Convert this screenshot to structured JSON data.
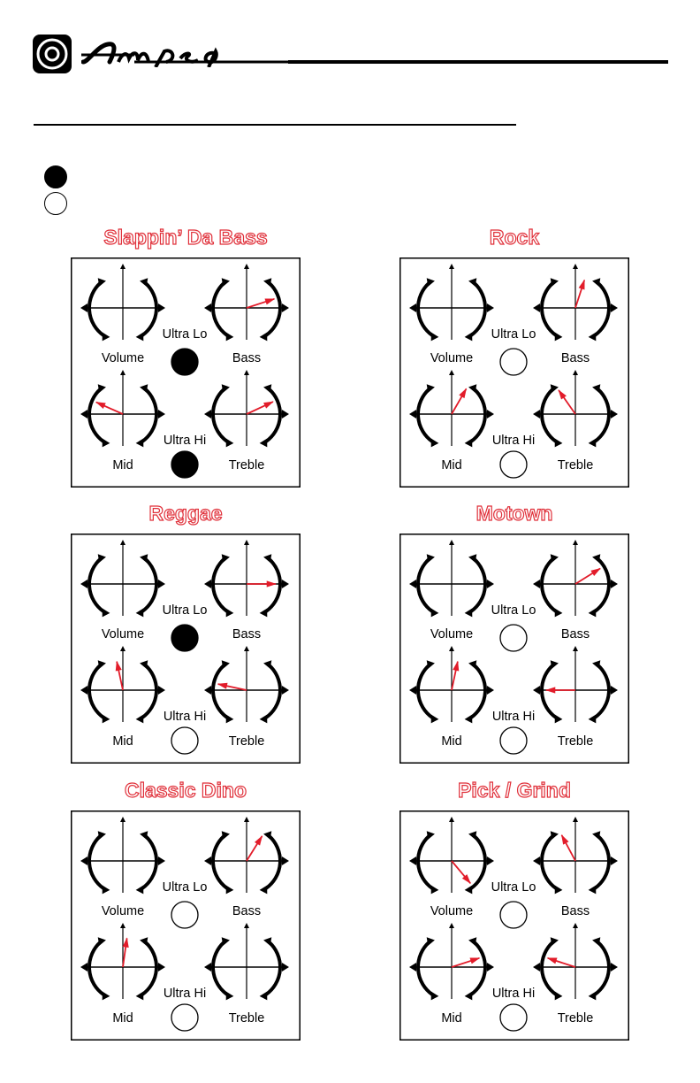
{
  "brand": {
    "name": "Ampeg"
  },
  "colors": {
    "title": "#e0303a",
    "needle": "#e21c2a",
    "ink": "#000000"
  },
  "legend": [
    {
      "state": "on",
      "icon": "filled-circle"
    },
    {
      "state": "off",
      "icon": "empty-circle"
    }
  ],
  "labels": {
    "volume": "Volume",
    "bass": "Bass",
    "mid": "Mid",
    "treble": "Treble",
    "ultra_lo": "Ultra Lo",
    "ultra_hi": "Ultra Hi"
  },
  "presets": [
    {
      "title": "Slappin’ Da Bass",
      "volume": 0,
      "bass": 72,
      "mid": -66,
      "treble": 65,
      "ultra_lo": true,
      "ultra_hi": true
    },
    {
      "title": "Rock",
      "volume": 0,
      "bass": 18,
      "mid": 30,
      "treble": -35,
      "ultra_lo": false,
      "ultra_hi": false
    },
    {
      "title": "Reggae",
      "volume": 0,
      "bass": 90,
      "mid": -12,
      "treble": -78,
      "ultra_lo": true,
      "ultra_hi": false
    },
    {
      "title": "Motown",
      "volume": 0,
      "bass": 58,
      "mid": 12,
      "treble": -90,
      "ultra_lo": false,
      "ultra_hi": false
    },
    {
      "title": "Classic Dino",
      "volume": 0,
      "bass": 32,
      "mid": 8,
      "treble": 0,
      "ultra_lo": false,
      "ultra_hi": false
    },
    {
      "title": "Pick / Grind",
      "volume": 140,
      "bass": -28,
      "mid": 72,
      "treble": -72,
      "ultra_lo": false,
      "ultra_hi": false
    }
  ]
}
